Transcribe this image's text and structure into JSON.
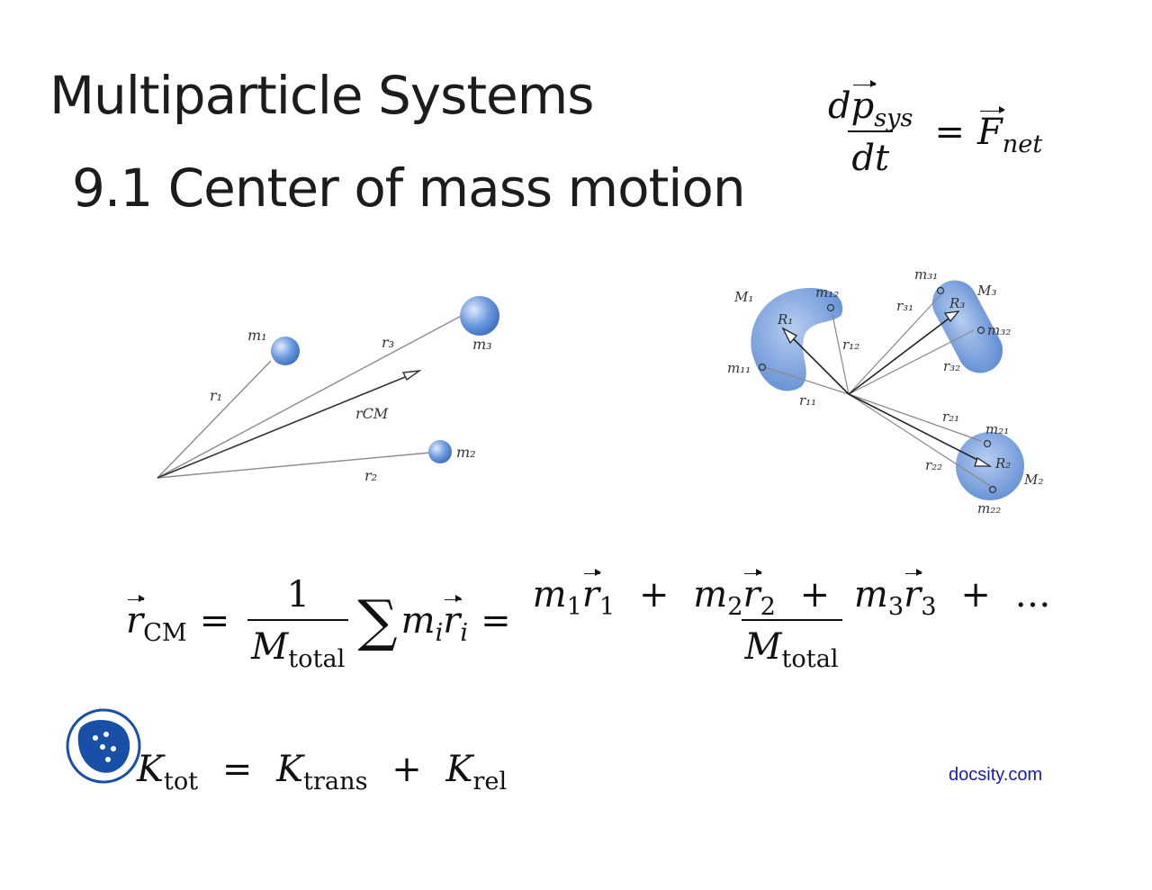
{
  "title": "Multiparticle Systems",
  "subtitle": "9.1 Center of mass motion",
  "equation_top": {
    "numerator_d": "d",
    "p": "p",
    "p_sub": "sys",
    "denominator": "dt",
    "equals": "=",
    "F": "F",
    "F_sub": "net"
  },
  "equation_cm": {
    "r": "r",
    "r_sub": "CM",
    "equals": "=",
    "one": "1",
    "M": "M",
    "M_sub": "total",
    "sigma": "∑",
    "m": "m",
    "m_sub": "i",
    "ri": "r",
    "ri_sub": "i",
    "equals2": "=",
    "numerator": {
      "m1": "m",
      "m1_sub": "1",
      "r1": "r",
      "r1_sub": "1",
      "plus1": "+",
      "m2": "m",
      "m2_sub": "2",
      "r2": "r",
      "r2_sub": "2",
      "plus2": "+",
      "m3": "m",
      "m3_sub": "3",
      "r3": "r",
      "r3_sub": "3",
      "plus3": "+",
      "dots": "…"
    },
    "denominator_M": "M",
    "denominator_sub": "total"
  },
  "equation_k": {
    "K1": "K",
    "K1_sub": "tot",
    "equals": "=",
    "K2": "K",
    "K2_sub": "trans",
    "plus": "+",
    "K3": "K",
    "K3_sub": "rel"
  },
  "diagram_left": {
    "labels": {
      "m1": "m₁",
      "m2": "m₂",
      "m3": "m₃",
      "r1": "r₁",
      "r2": "r₂",
      "r3": "r₃",
      "rcm": "rCM"
    },
    "particle_color": "#5b8fd6"
  },
  "diagram_right": {
    "labels": {
      "M1": "M₁",
      "M2": "M₂",
      "M3": "M₃",
      "m11": "m₁₁",
      "m12": "m₁₂",
      "m21": "m₂₁",
      "m22": "m₂₂",
      "m31": "m₃₁",
      "m32": "m₃₂",
      "R1": "R₁",
      "R2": "R₂",
      "R3": "R₃",
      "r11": "r₁₁",
      "r12": "r₁₂",
      "r21": "r₂₁",
      "r22": "r₂₂",
      "r31": "r₃₁",
      "r32": "r₃₂"
    },
    "body_color": "#6f9bdc"
  },
  "logo_icon": "ladybug-icon",
  "brand_text": "docsity.com",
  "colors": {
    "text": "#1c1c1c",
    "brand": "#1a1ab0",
    "logo": "#1a4fa8"
  }
}
